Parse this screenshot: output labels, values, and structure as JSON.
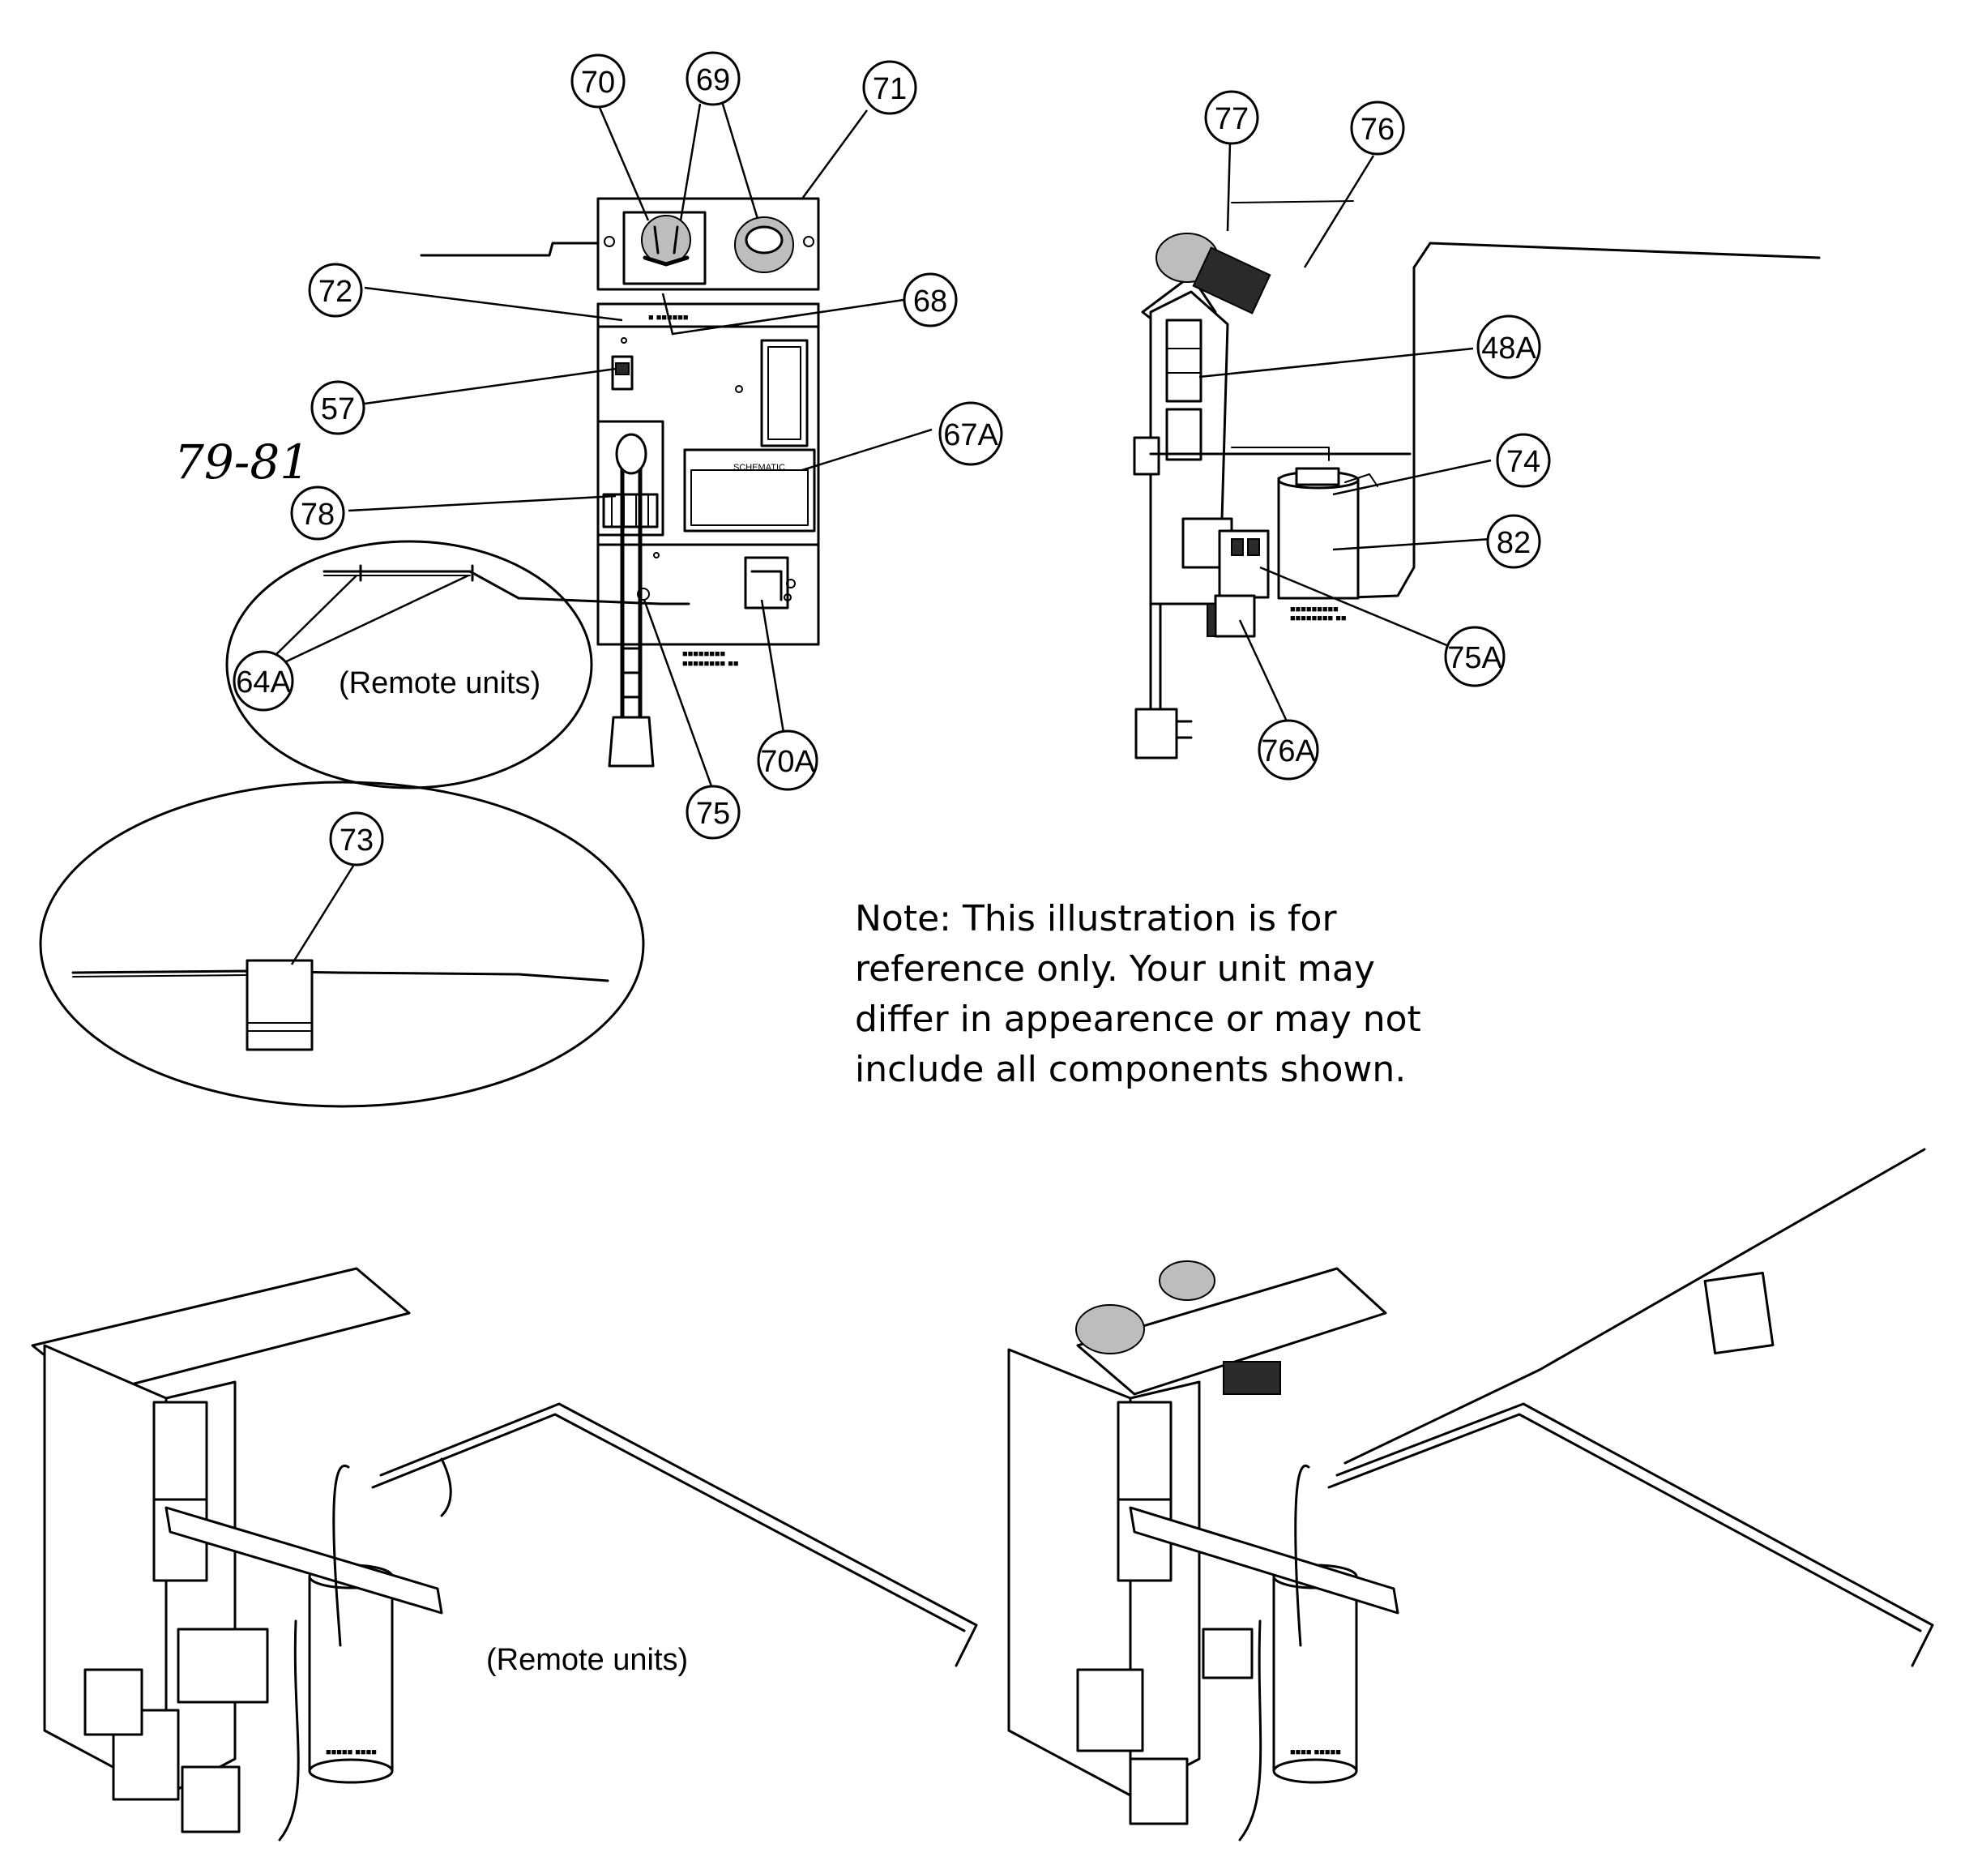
{
  "callouts": {
    "c70": "70",
    "c69": "69",
    "c71": "71",
    "c72": "72",
    "c68": "68",
    "c57": "57",
    "c67A": "67A",
    "c78": "78",
    "c64A": "64A",
    "c75": "75",
    "c70A": "70A",
    "c73": "73",
    "c77": "77",
    "c76": "76",
    "c48A": "48A",
    "c74": "74",
    "c82": "82",
    "c75A": "75A",
    "c76A": "76A"
  },
  "labels": {
    "remote_units_top": "(Remote units)",
    "remote_units_bottom": "(Remote units)",
    "handwritten_ref": "79-81",
    "schematic": "SCHEMATIC"
  },
  "note": {
    "line1": "Note: This illustration is for",
    "line2": "reference only. Your unit may",
    "line3": "differ in appearence or may not",
    "line4": "include all components shown."
  }
}
